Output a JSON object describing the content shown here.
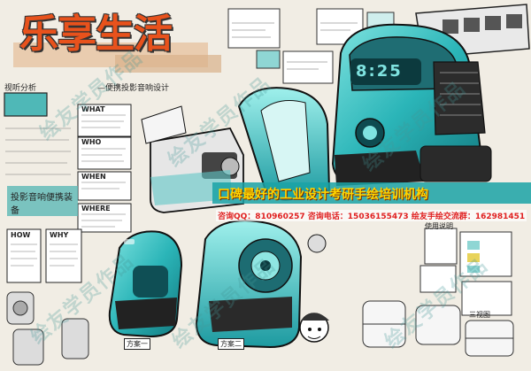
{
  "poster": {
    "title": "乐享生活",
    "subtitle_left": "视听分析",
    "subtitle_right": "—便携投影音响设计",
    "section_what": "WHAT",
    "section_who": "WHO",
    "section_when": "WHEN",
    "section_where": "WHERE",
    "section_how": "HOW",
    "section_why": "WHY",
    "left_caption": "投影音响便携装备",
    "usage_label": "使用说明",
    "view_label": "三视图",
    "scheme_1": "方案一",
    "scheme_2": "方案二",
    "clock": "8:25"
  },
  "promo": {
    "title": "口碑最好的工业设计考研手绘培训机构",
    "line": "咨询QQ：810960257    咨询电话：15036155473    绘友手绘交流群：162981451"
  },
  "watermark": {
    "text": "绘友学员作品"
  },
  "colors": {
    "title_orange": "#e8521c",
    "teal": "#2bb5b8",
    "dark": "#2a2a2a",
    "promo_yellow": "#ffd400",
    "promo_red": "#e02020"
  }
}
